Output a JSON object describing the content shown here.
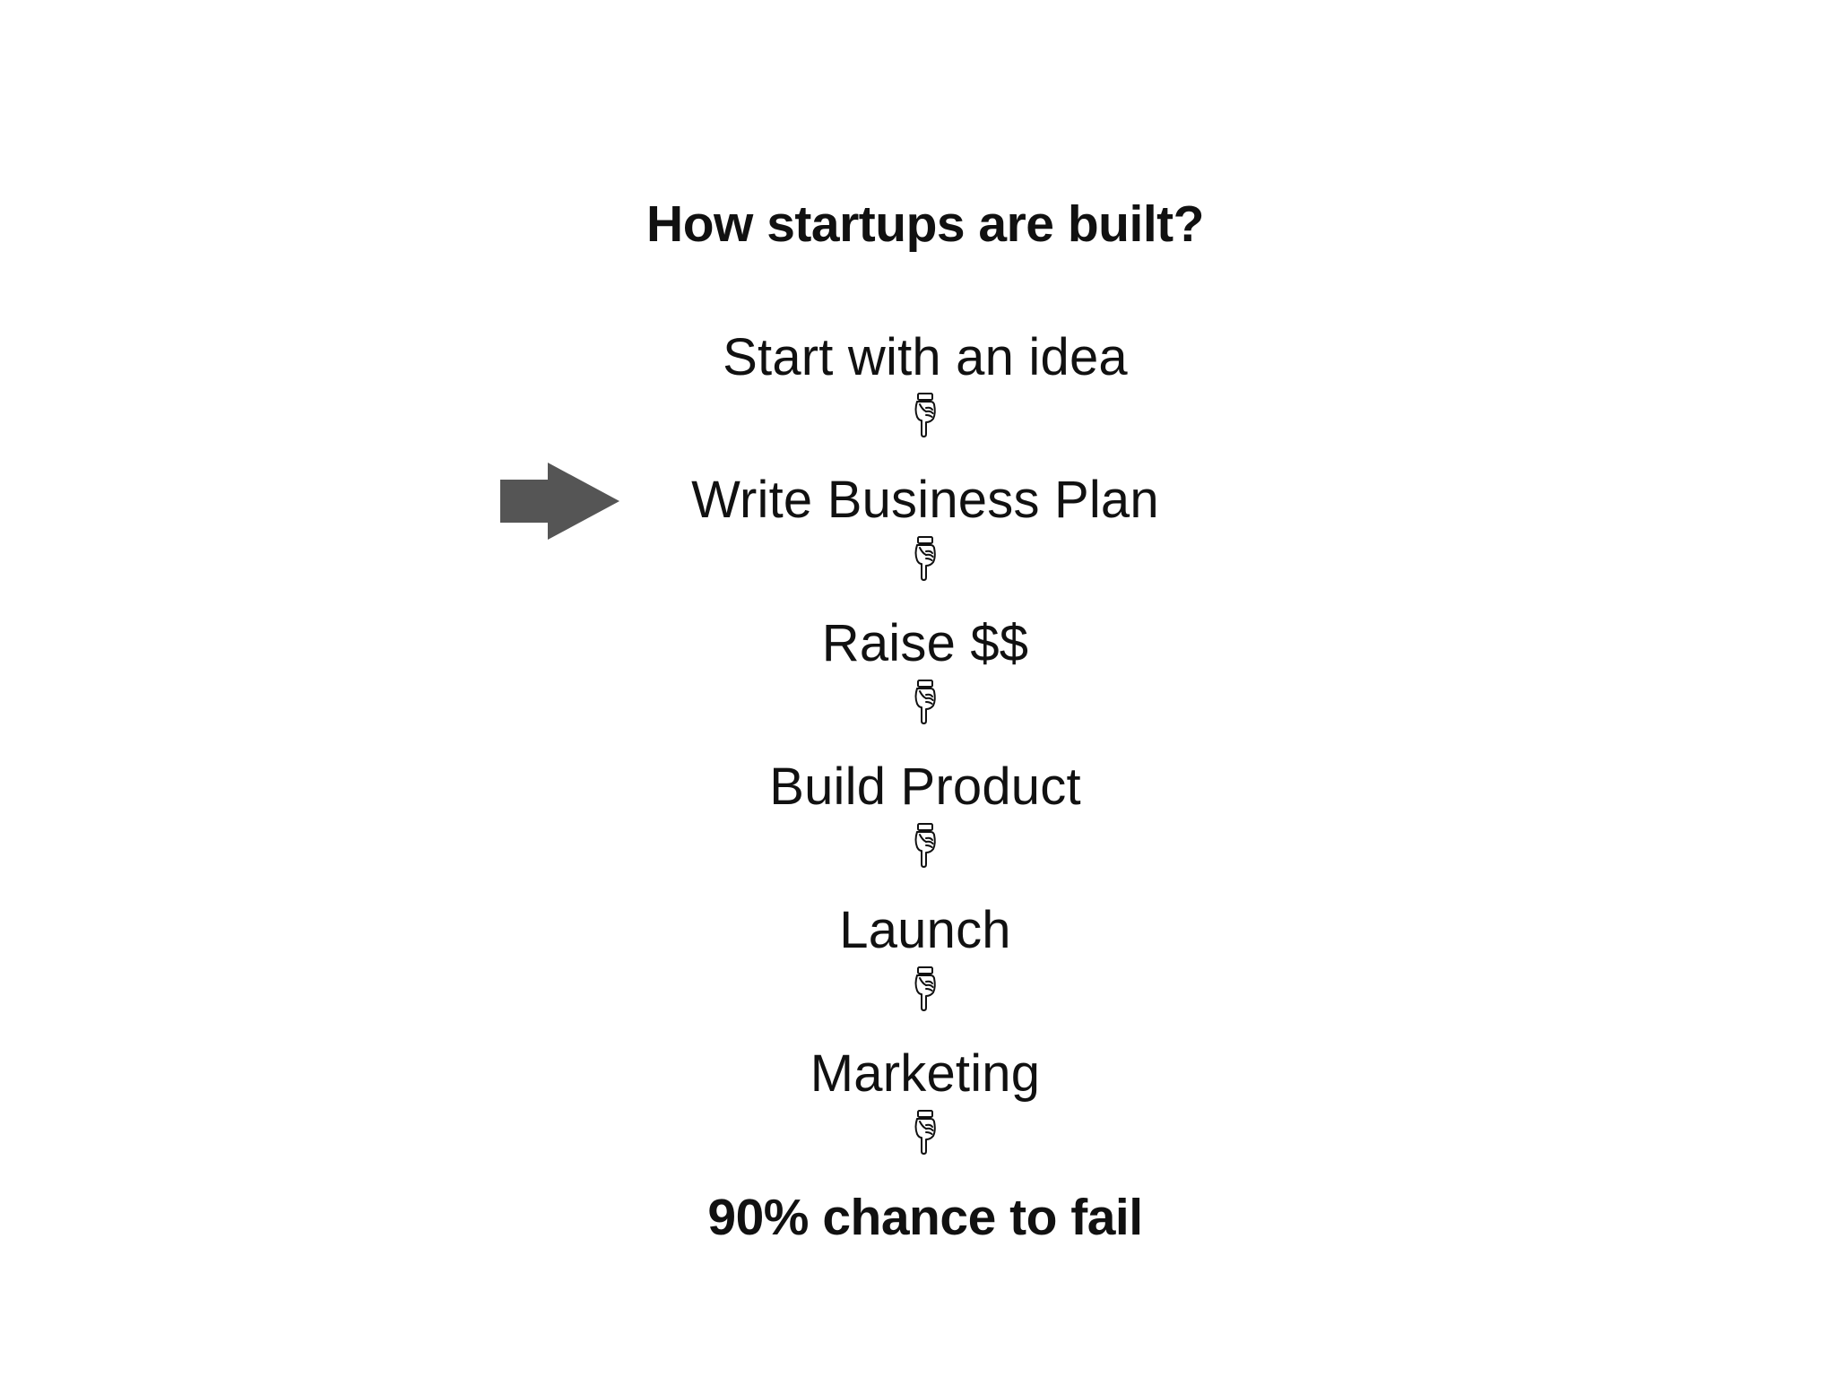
{
  "title": "How startups are built?",
  "steps": [
    {
      "label": "Start with an idea"
    },
    {
      "label": "Write Business Plan"
    },
    {
      "label": "Raise $$"
    },
    {
      "label": "Build Product"
    },
    {
      "label": "Launch"
    },
    {
      "label": "Marketing"
    }
  ],
  "outcome": "90% chance to fail",
  "connector_icon": "hand-pointing-down-icon",
  "highlight": {
    "icon": "arrow-right-icon",
    "target_step": "Write Business Plan",
    "color": "#555555"
  }
}
